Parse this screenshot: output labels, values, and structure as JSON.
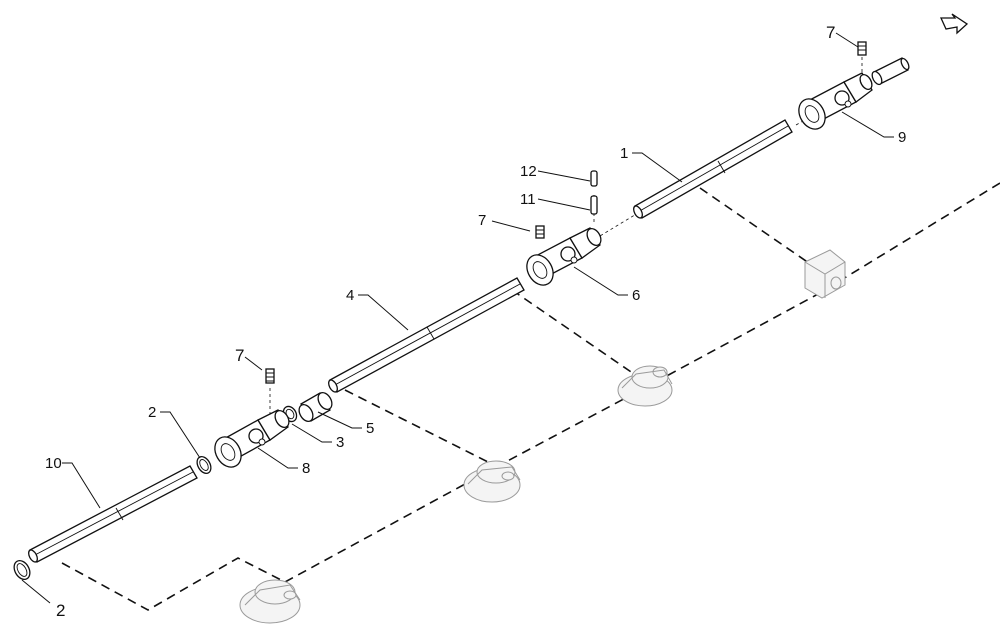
{
  "orientation_icon": "arrow-direction-icon",
  "callouts": {
    "p1": "1",
    "p2_upper": "2",
    "p2_lower": "2",
    "p3": "3",
    "p4": "4",
    "p5": "5",
    "p6": "6",
    "p7_left": "7",
    "p7_middle": "7",
    "p7_right": "7",
    "p8": "8",
    "p9": "9",
    "p10": "10",
    "p11": "11",
    "p12": "12"
  }
}
